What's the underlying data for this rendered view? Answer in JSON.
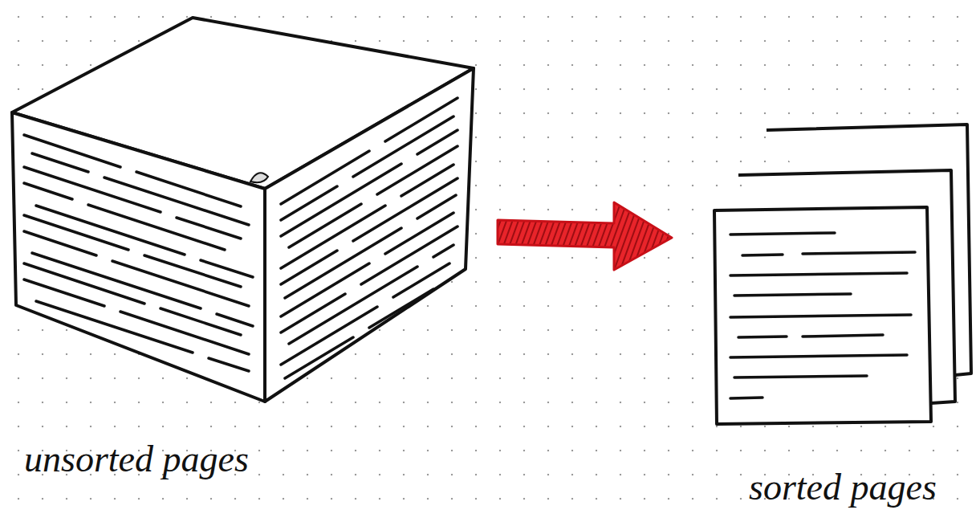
{
  "diagram": {
    "nodes": [
      {
        "text": [
          "unsorted pages"
        ]
      },
      {
        "text": [
          "sorted pages"
        ]
      }
    ],
    "edges": [
      {
        "from": 0,
        "to": 1,
        "arrow": "to"
      }
    ]
  }
}
